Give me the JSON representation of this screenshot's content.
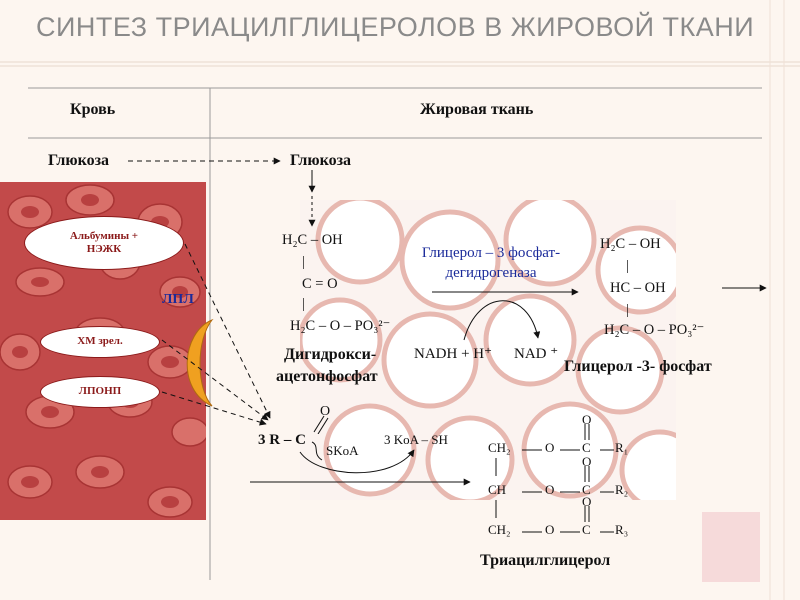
{
  "title": "СИНТЕЗ ТРИАЦИЛГЛИЦЕРОЛОВ В ЖИРОВОЙ ТКАНИ",
  "headers": {
    "blood": "Кровь",
    "tissue": "Жировая ткань"
  },
  "glucose_blood": "Глюкоза",
  "glucose_tissue": "Глюкоза",
  "blood_ovals": [
    "Альбумины + НЭЖК",
    "ХМ зрел.",
    "ЛПОНП"
  ],
  "lppl": "ЛПЛ",
  "dhap": {
    "line1": "H₂C – OH",
    "line2": "C = O",
    "line3": "H₂C – O – PO₃²⁻",
    "name1": "Дигидрокси-",
    "name2": "ацетонфосфат"
  },
  "enzyme": {
    "line1": "Глицерол – 3 фосфат-",
    "line2": "дегидрогеназа"
  },
  "cofactors": {
    "nadh": "NADH + H⁺",
    "nad": "NAD ⁺"
  },
  "g3p": {
    "line1": "H₂C – OH",
    "line2": "HC – OH",
    "line3": "H₂C – O – PO₃²⁻",
    "name": "Глицерол -3- фосфат"
  },
  "acyl": {
    "prefix": "3 R – C",
    "o": "O",
    "skoa": "SKoA",
    "koa": "3 KoA – SH"
  },
  "tag": {
    "r1": "CH₂",
    "r2": "CH",
    "r3": "CH₂",
    "o": "O",
    "c": "C",
    "s1": "R₁",
    "s2": "R₂",
    "s3": "R₃",
    "name": "Триацилглицерол"
  },
  "colors": {
    "title": "#8a8a8a",
    "oval_border": "#8b1a1a",
    "enzyme": "#1a2a9a",
    "lpl_crescent": "#f0a020"
  }
}
